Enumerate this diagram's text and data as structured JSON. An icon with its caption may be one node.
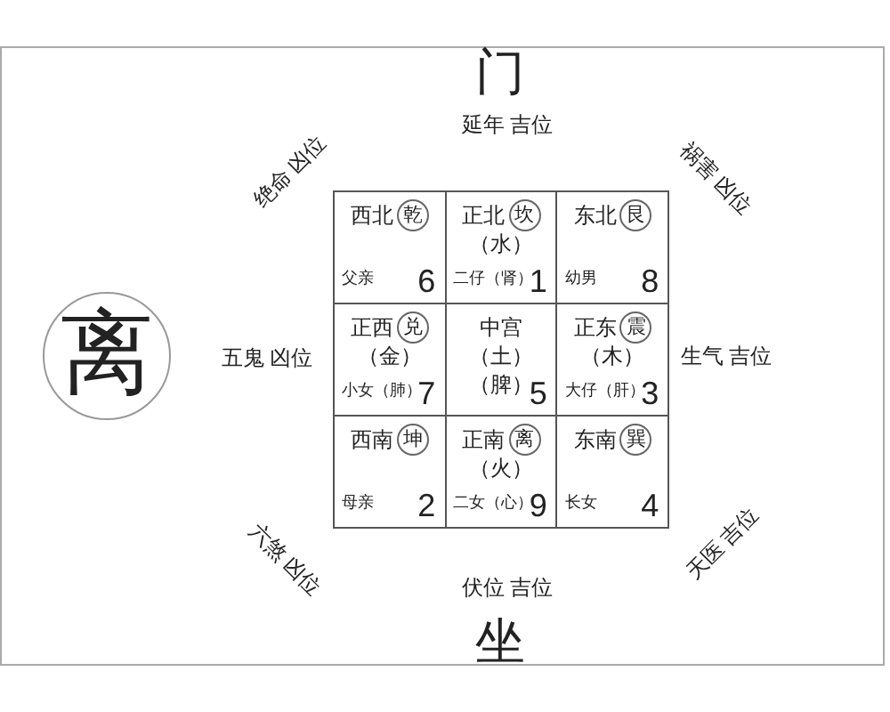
{
  "diagram": {
    "nodes": [
      {
        "text": [
          "西北",
          "乾",
          "父亲",
          "6"
        ]
      },
      {
        "text": [
          "正北",
          "坎",
          "（水）",
          "二仔（肾）",
          "1"
        ]
      },
      {
        "text": [
          "东北",
          "艮",
          "幼男",
          "8"
        ]
      },
      {
        "text": [
          "正西",
          "兑",
          "（金）",
          "小女（肺）",
          "7"
        ]
      },
      {
        "text": [
          "中宫",
          "（土）",
          "（脾）",
          "5"
        ]
      },
      {
        "text": [
          "正东",
          "震",
          "（木）",
          "大仔（肝）",
          "3"
        ]
      },
      {
        "text": [
          "西南",
          "坤",
          "母亲",
          "2"
        ]
      },
      {
        "text": [
          "正南",
          "离",
          "（火）",
          "二女（心）",
          "9"
        ]
      },
      {
        "text": [
          "东南",
          "巽",
          "长女",
          "4"
        ]
      },
      {
        "text": [
          "离"
        ]
      }
    ],
    "labels": [
      "门",
      "绝命 凶位",
      "延年 吉位",
      "祸害 凶位",
      "五鬼 凶位",
      "生气 吉位",
      "六煞 凶位",
      "伏位 吉位",
      "天医 吉位",
      "坐"
    ]
  }
}
